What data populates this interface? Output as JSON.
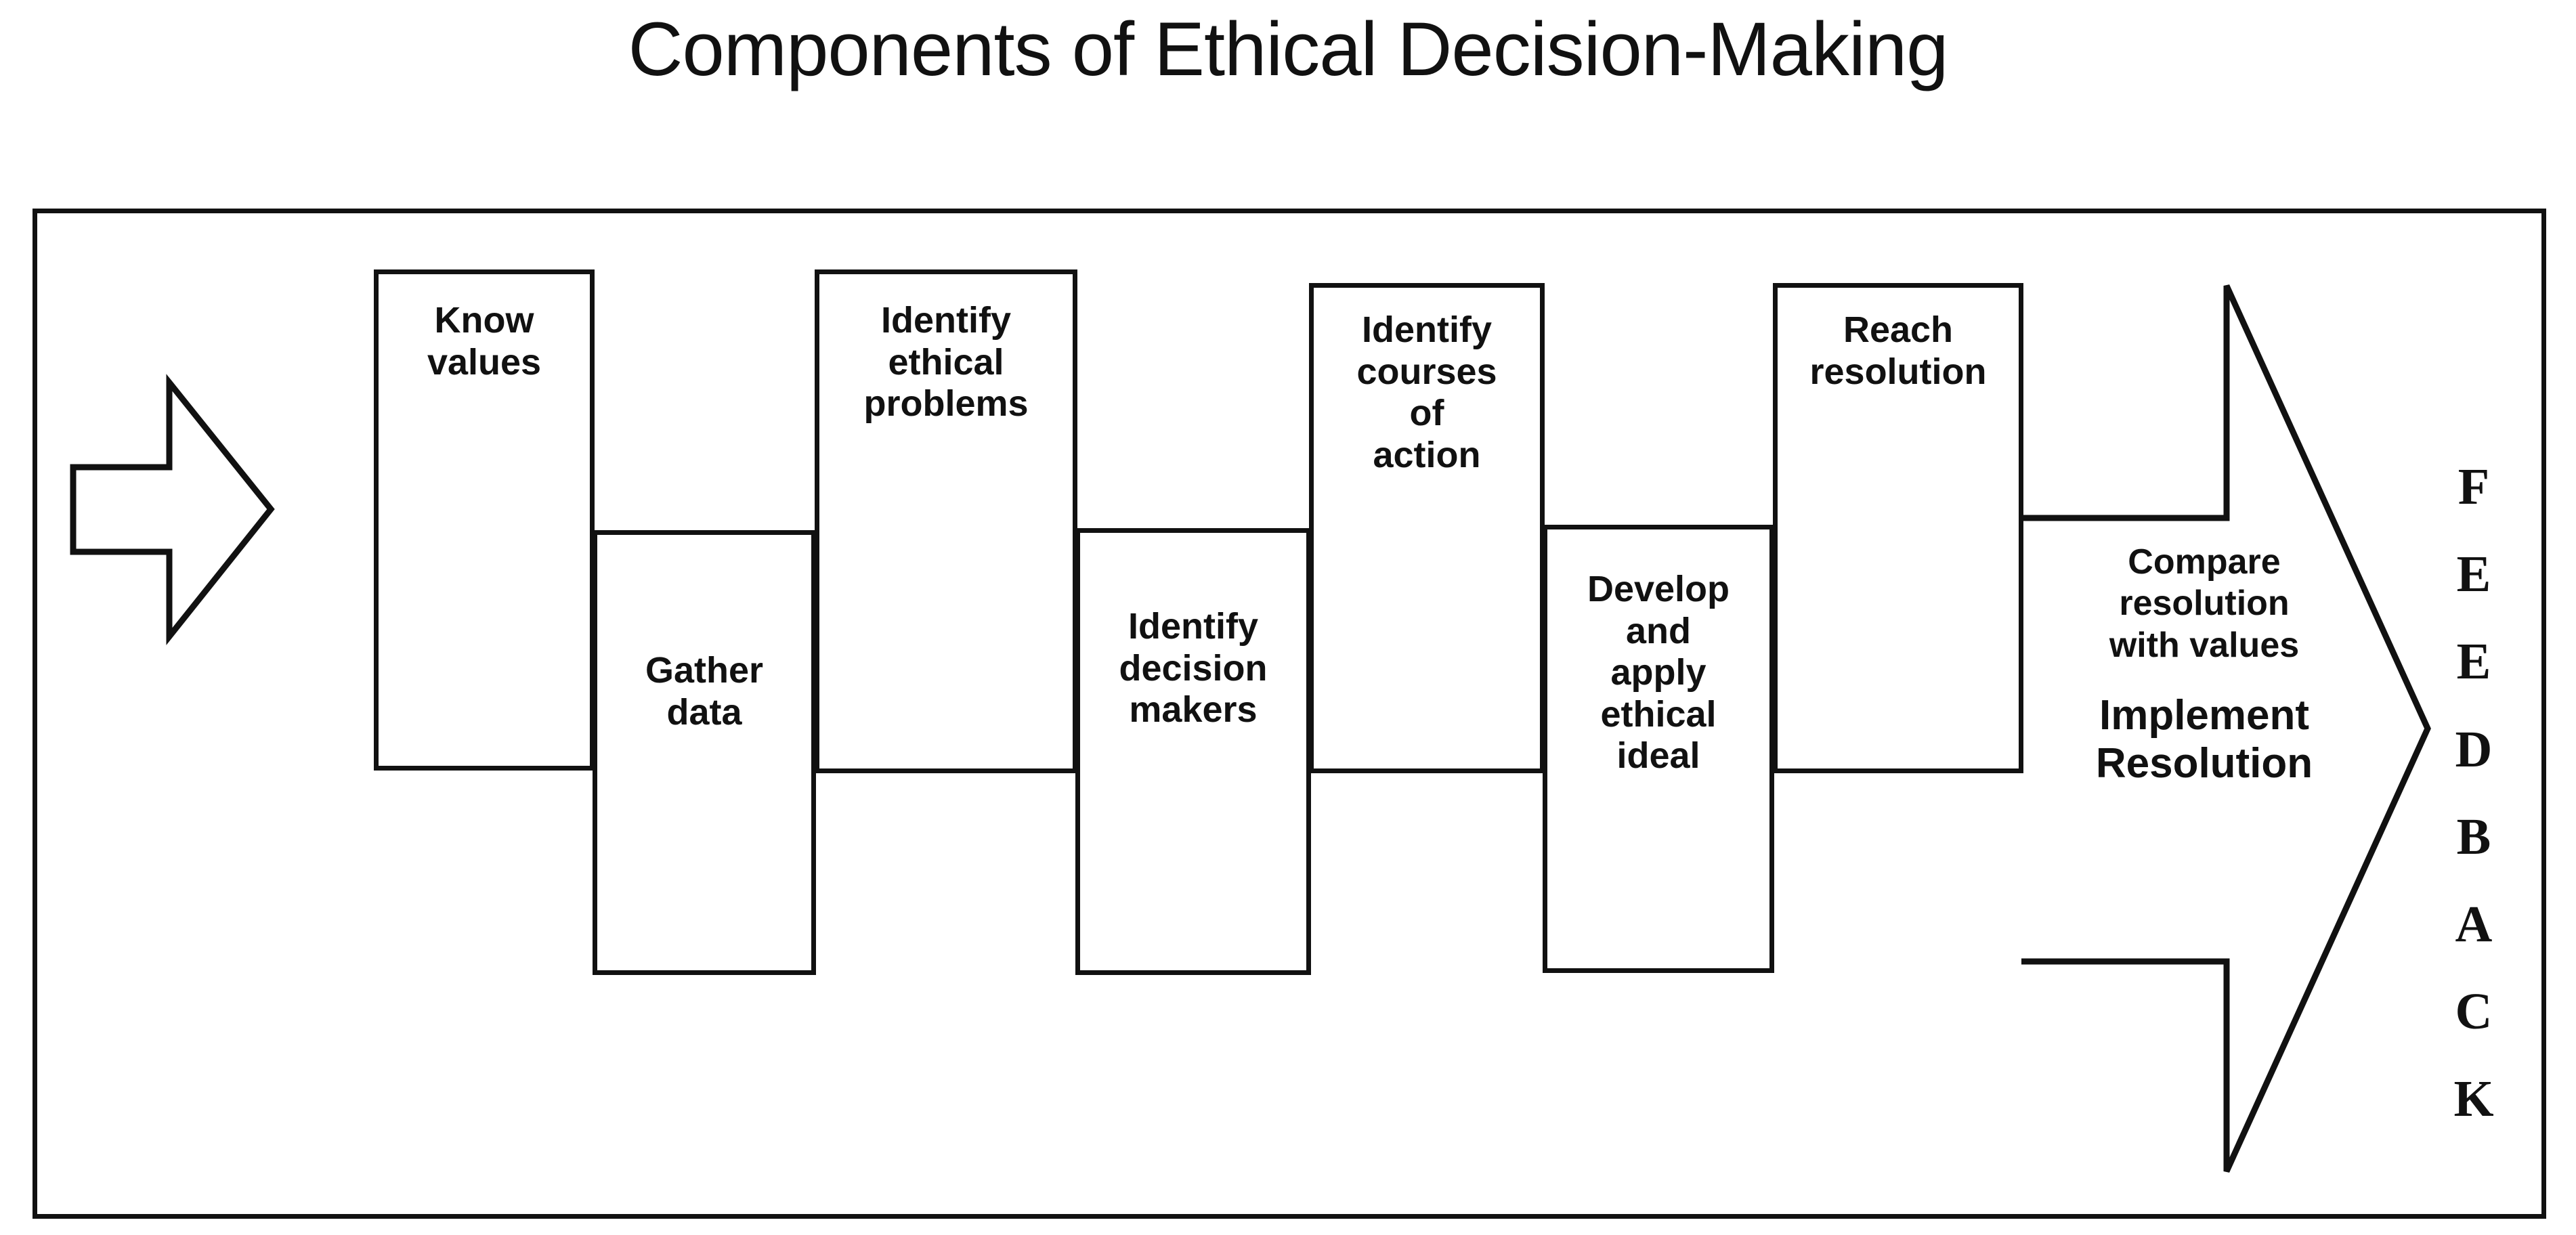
{
  "title": "Components of Ethical Decision-Making",
  "colors": {
    "stroke": "#111111",
    "fill": "#ffffff",
    "background": "#ffffff"
  },
  "entry_arrow": {
    "icon": "right-arrow-outline",
    "label": ""
  },
  "steps": [
    {
      "id": "know-values",
      "label": "Know\nvalues",
      "row": "upper"
    },
    {
      "id": "gather-data",
      "label": "Gather\ndata",
      "row": "lower"
    },
    {
      "id": "identify-ethical-problems",
      "label": "Identify\nethical\nproblems",
      "row": "upper"
    },
    {
      "id": "identify-decision-makers",
      "label": "Identify\ndecision\nmakers",
      "row": "lower"
    },
    {
      "id": "identify-courses-of-action",
      "label": "Identify\ncourses\nof\naction",
      "row": "upper"
    },
    {
      "id": "develop-apply-ethical-ideal",
      "label": "Develop\nand\napply\nethical\nideal",
      "row": "lower"
    },
    {
      "id": "reach-resolution",
      "label": "Reach\nresolution",
      "row": "upper"
    }
  ],
  "result_arrow": {
    "icon": "right-arrow-outline",
    "compare_label": "Compare\nresolution\nwith values",
    "implement_label": "Implement\nResolution"
  },
  "feedback": {
    "word": "FEEDBACK",
    "letters": [
      "F",
      "E",
      "E",
      "D",
      "B",
      "A",
      "C",
      "K"
    ]
  }
}
